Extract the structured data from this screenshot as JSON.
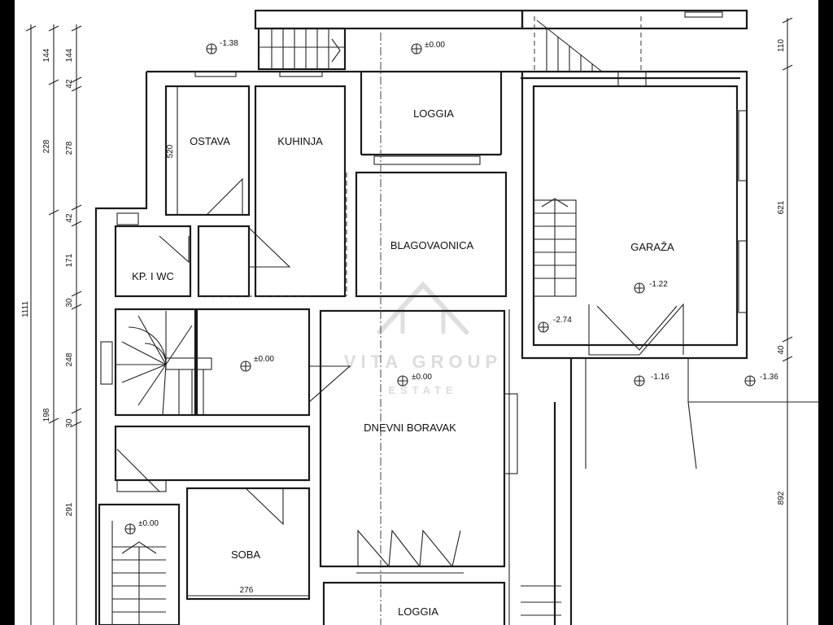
{
  "rooms": {
    "ostava": "OSTAVA",
    "kuhinja": "KUHINJA",
    "loggia_top": "LOGGIA",
    "blagovaonica": "BLAGOVAONICA",
    "garaza": "GARAŽA",
    "kp_wc": "KP. I WC",
    "dnevni_boravak": "DNEVNI BORAVAK",
    "soba": "SOBA",
    "loggia_bottom": "LOGGIA"
  },
  "levels": {
    "stair_top": "-1.38",
    "loggia_top": "±0.00",
    "hall": "±0.00",
    "living": "±0.00",
    "stair_bottom": "±0.00",
    "garage": "-1.22",
    "garage_stair": "-2.74",
    "garage_front": "-1.16",
    "outside_right": "-1.36"
  },
  "dimensions": {
    "left_outer_total": "1111",
    "left_outer_a": "144",
    "left_outer_b": "228",
    "left_outer_c": "198",
    "left_inner_a": "144",
    "left_inner_b": "42",
    "left_inner_c": "278",
    "left_inner_d": "42",
    "left_inner_e": "171",
    "left_inner_f": "30",
    "left_inner_g": "248",
    "left_inner_h": "30",
    "left_inner_i": "291",
    "ostava_height": "520",
    "soba_width": "276",
    "right_a": "110",
    "right_b": "621",
    "right_c": "40",
    "right_d": "892"
  },
  "watermark": {
    "line1": "VITA GROUP",
    "line2": "ESTATE"
  }
}
